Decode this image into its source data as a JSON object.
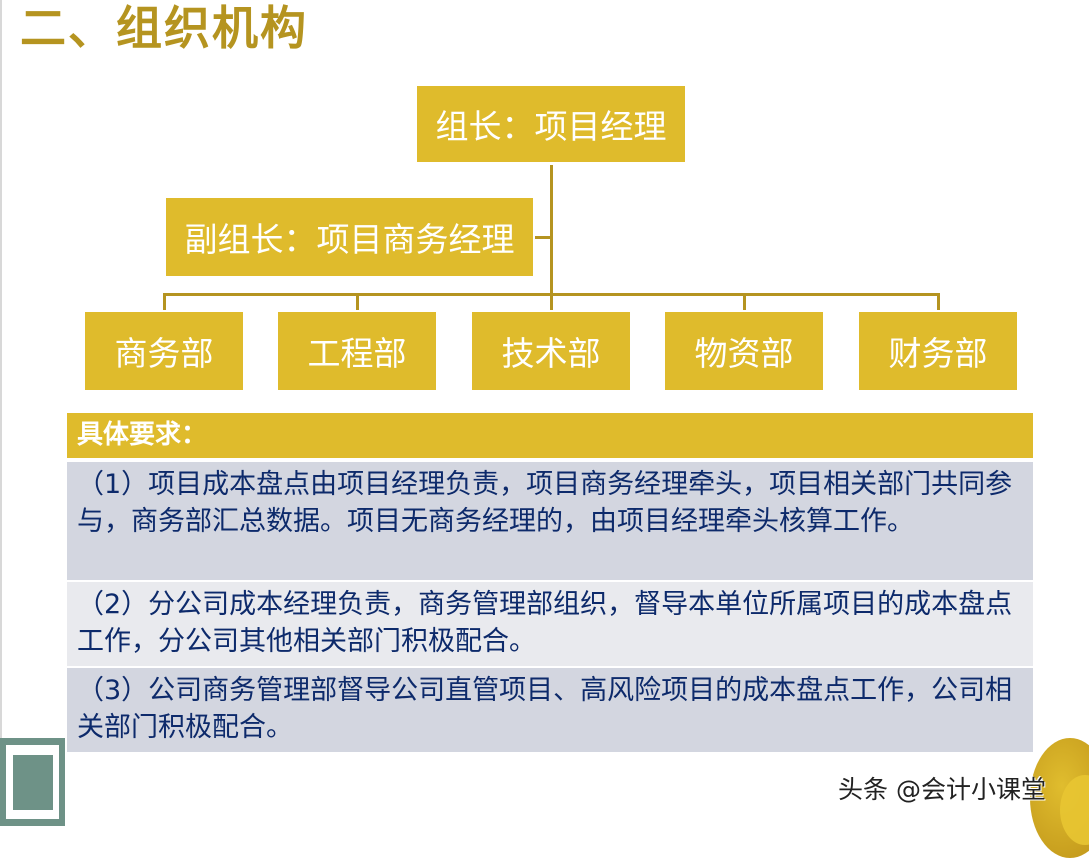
{
  "slide": {
    "title": "二、组织机构"
  },
  "org_chart": {
    "leader": "组长：项目经理",
    "deputy": "副组长：项目商务经理",
    "departments": [
      {
        "label": "商务部"
      },
      {
        "label": "工程部"
      },
      {
        "label": "技术部"
      },
      {
        "label": "物资部"
      },
      {
        "label": "财务部"
      }
    ],
    "colors": {
      "box": "#dfbb2c",
      "line": "#b59420",
      "text": "#ffffff"
    }
  },
  "requirements": {
    "header": "具体要求：",
    "items": [
      {
        "text": "（1）项目成本盘点由项目经理负责，项目商务经理牵头，项目相关部门共同参与，商务部汇总数据。项目无商务经理的，由项目经理牵头核算工作。"
      },
      {
        "text": "（2）分公司成本经理负责，商务管理部组织，督导本单位所属项目的成本盘点工作，分公司其他相关部门积极配合。"
      },
      {
        "text": "（3）公司商务管理部督导公司直管项目、高风险项目的成本盘点工作，公司相关部门积极配合。"
      }
    ]
  },
  "watermark": {
    "text": "头条 @会计小课堂"
  }
}
